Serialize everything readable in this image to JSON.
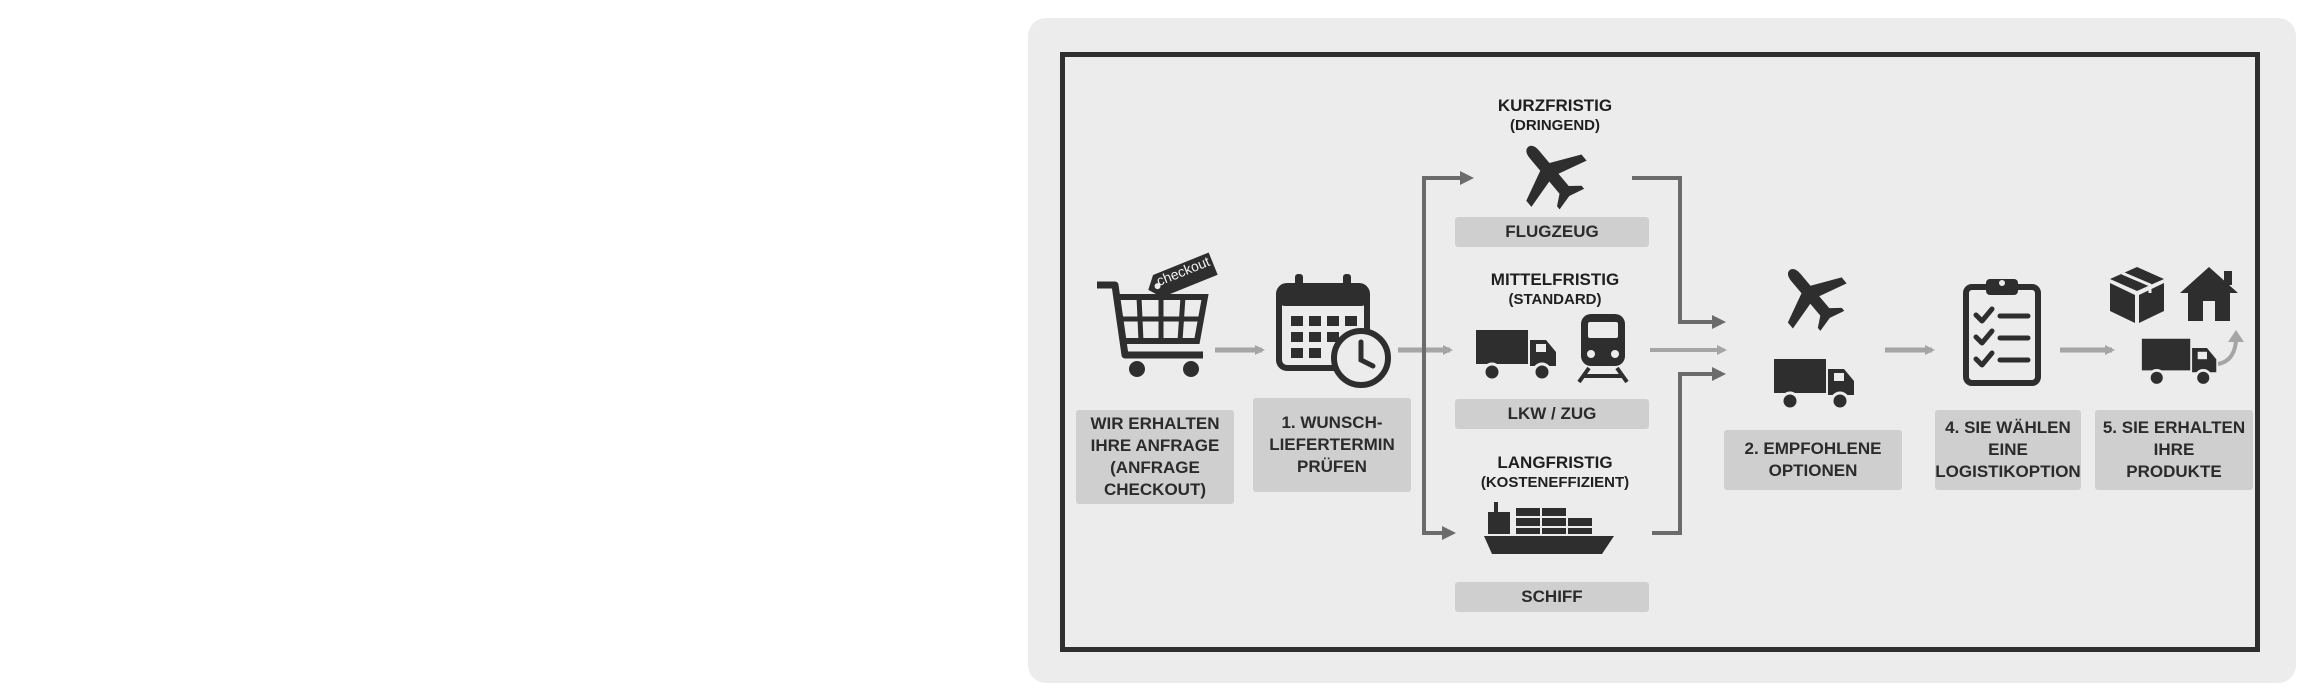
{
  "steps": {
    "request": "WIR ERHALTEN\nIHRE ANFRAGE\n(ANFRAGE\nCHECKOUT)",
    "check_date": "1. WUNSCH-\nLIEFERTERMIN\nPRÜFEN",
    "recommended": "2. EMPFOHLENE\nOPTIONEN",
    "choose": "4. SIE WÄHLEN\nEINE\nLOGISTIKOPTION",
    "receive": "5. SIE ERHALTEN\nIHRE\nPRODUKTE"
  },
  "checkout_tag": "checkout",
  "options": {
    "short": {
      "title": "KURZFRISTIG",
      "subtitle": "(DRINGEND)",
      "mode": "FLUGZEUG"
    },
    "medium": {
      "title": "MITTELFRISTIG",
      "subtitle": "(STANDARD)",
      "mode": "LKW / ZUG"
    },
    "long": {
      "title": "LANGFRISTIG",
      "subtitle": "(KOSTENEFFIZIENT)",
      "mode": "SCHIFF"
    }
  },
  "icons": [
    "shopping-cart-icon",
    "calendar-clock-icon",
    "airplane-icon",
    "truck-icon",
    "train-icon",
    "cargo-ship-icon",
    "clipboard-checklist-icon",
    "package-box-icon",
    "house-icon"
  ],
  "colors": {
    "icon": "#2e2e2e",
    "arrow": "#8a8a8a",
    "label_bg": "#cfcfcf",
    "panel": "#ececec"
  }
}
